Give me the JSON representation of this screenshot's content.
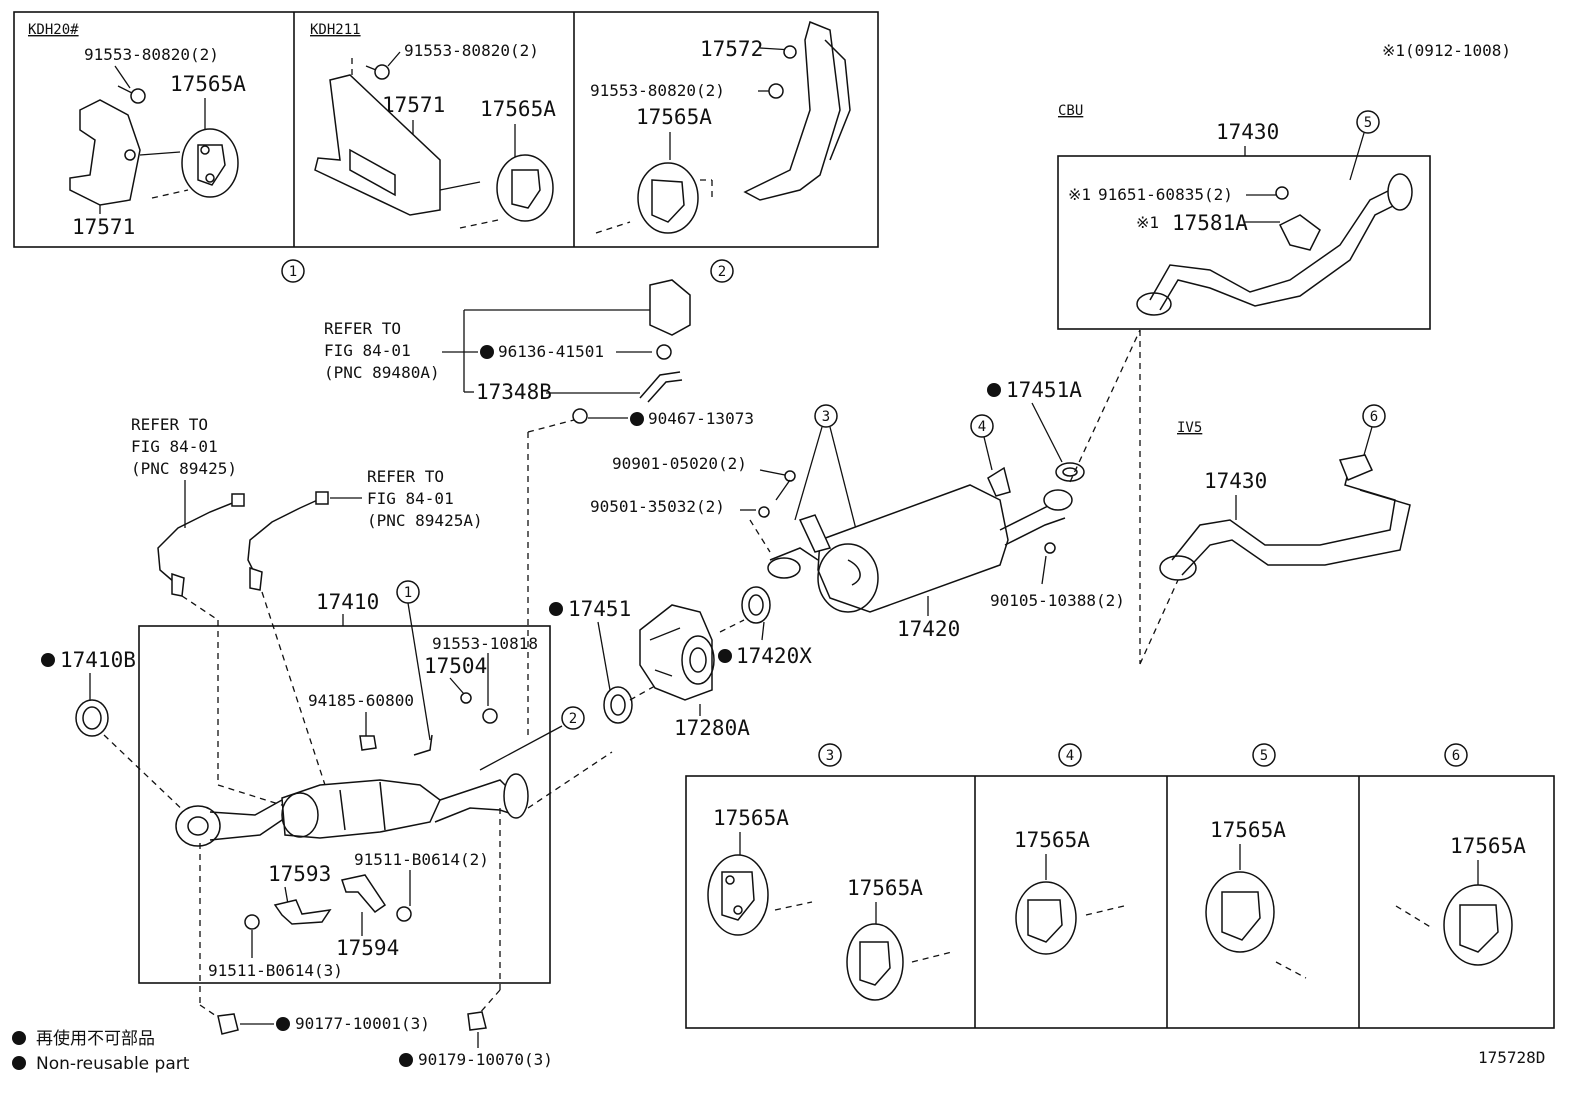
{
  "sections": {
    "kdh20": "KDH20#",
    "kdh211": "KDH211",
    "cbu": "CBU",
    "iv5": "IV5"
  },
  "top_note": "※1(0912-1008)",
  "callout_numbers": [
    "1",
    "2",
    "3",
    "4",
    "5",
    "6"
  ],
  "parts": {
    "p_91553_80820_a": "91553-80820(2)",
    "p_17565a_a": "17565A",
    "p_17571_a": "17571",
    "p_91553_80820_b": "91553-80820(2)",
    "p_17571_b": "17571",
    "p_17565a_b": "17565A",
    "p_17572": "17572",
    "p_91553_80820_c": "91553-80820(2)",
    "p_17565a_c": "17565A",
    "p_17430_cbu": "17430",
    "p_91651": "91651-60835(2)",
    "p_17581a": "17581A",
    "mark_1a": "※1",
    "mark_1b": "※1",
    "p_96136": "96136-41501",
    "p_17348b": "17348B",
    "p_90467": "90467-13073",
    "p_17451a": "17451A",
    "p_90901": "90901-05020(2)",
    "p_90501": "90501-35032(2)",
    "p_17420": "17420",
    "p_90105": "90105-10388(2)",
    "p_17430_iv5": "17430",
    "p_17410": "17410",
    "p_17410b": "17410B",
    "p_17451": "17451",
    "p_17420x": "17420X",
    "p_17280a": "17280A",
    "p_91553_10818": "91553-10818",
    "p_17504": "17504",
    "p_94185": "94185-60800",
    "p_17593": "17593",
    "p_91511_b0614_2": "91511-B0614(2)",
    "p_17594": "17594",
    "p_91511_b0614_3": "91511-B0614(3)",
    "p_90177": "90177-10001(3)",
    "p_90179": "90179-10070(3)",
    "p_17565a_d1": "17565A",
    "p_17565a_d2": "17565A",
    "p_17565a_e": "17565A",
    "p_17565a_f": "17565A",
    "p_17565a_g": "17565A"
  },
  "refers": {
    "r1": [
      "REFER TO",
      "FIG 84-01",
      "(PNC 89480A)"
    ],
    "r2": [
      "REFER TO",
      "FIG 84-01",
      "(PNC 89425)"
    ],
    "r3": [
      "REFER TO",
      "FIG 84-01",
      "(PNC 89425A)"
    ]
  },
  "legend": {
    "jp": "再使用不可部品",
    "en": "Non-reusable part"
  },
  "drawing_id": "175728D"
}
